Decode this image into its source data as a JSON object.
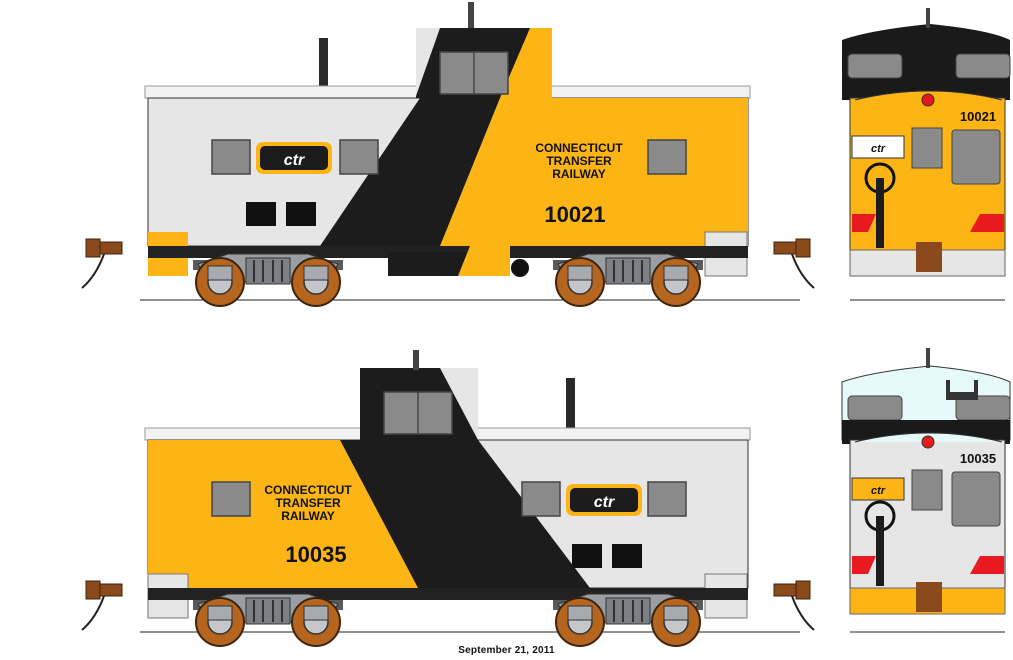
{
  "cabooses": [
    {
      "id": "top",
      "road_name_lines": [
        "CONNECTICUT",
        "TRANSFER",
        "RAILWAY"
      ],
      "number": "10021",
      "logo_text": "ctr",
      "end_number": "10021",
      "end_roof_color": "#1a1a1a"
    },
    {
      "id": "bottom",
      "road_name_lines": [
        "CONNECTICUT",
        "TRANSFER",
        "RAILWAY"
      ],
      "number": "10035",
      "logo_text": "ctr",
      "end_number": "10035",
      "end_roof_color": "#e6fafa"
    }
  ],
  "colors": {
    "yellow": "#fdb515",
    "black": "#1c1c1c",
    "light_gray": "#e6e6e6",
    "window_gray": "#8a8a8a",
    "wheel_brown": "#b5651d",
    "red": "#e8191f"
  },
  "footer": {
    "date": "September 21, 2011"
  }
}
